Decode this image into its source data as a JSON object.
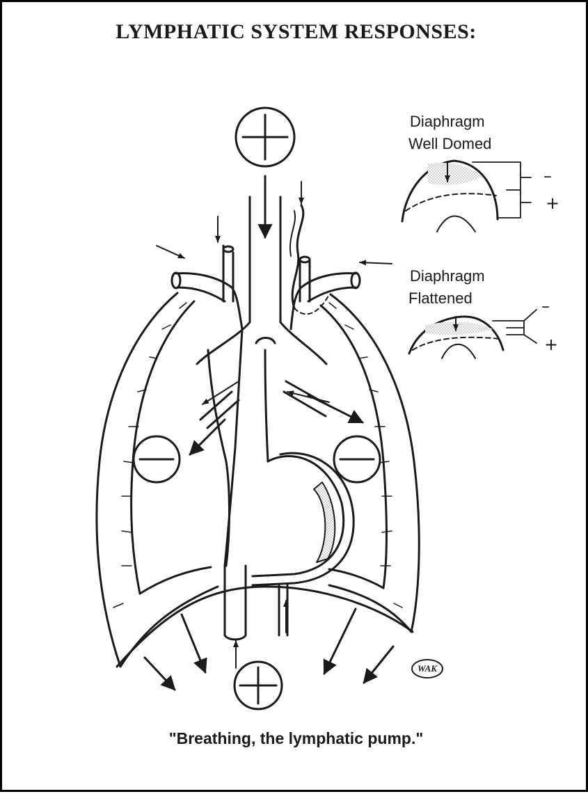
{
  "title": "LYMPHATIC SYSTEM RESPONSES:",
  "insets": {
    "domed": {
      "line1": "Diaphragm",
      "line2": "Well Domed",
      "minus": "–",
      "plus": "+"
    },
    "flattened": {
      "line1": "Diaphragm",
      "line2": "Flattened",
      "minus": "–",
      "plus": "+"
    }
  },
  "initials": "WAK",
  "caption": "\"Breathing, the lymphatic pump.\"",
  "pressure_symbols": {
    "top": "positive (plus in circle)",
    "left_thorax": "negative (minus in circle)",
    "right_thorax": "negative (minus in circle)",
    "bottom": "positive (plus in circle)"
  },
  "colors": {
    "ink": "#1a1a1a",
    "stipple": "#cfcfcf",
    "background": "#ffffff"
  }
}
